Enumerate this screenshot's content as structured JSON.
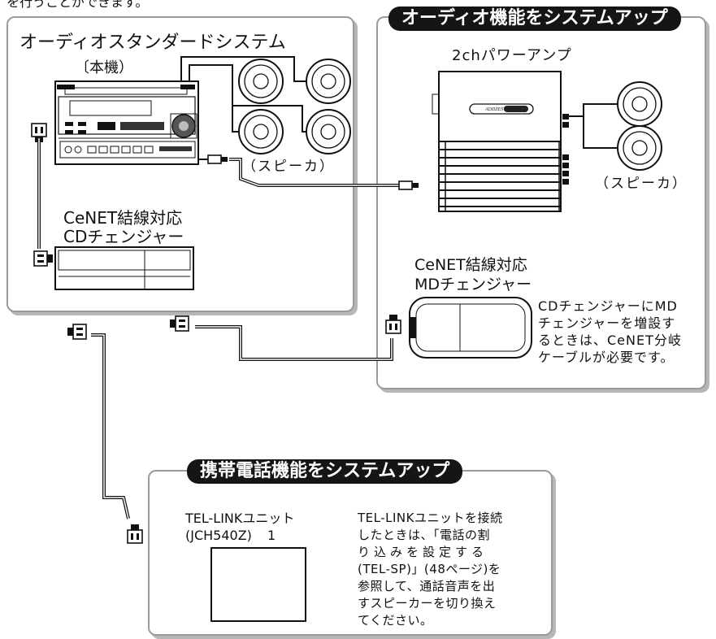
{
  "top_fragment": "を行うことができます。",
  "standard_system": {
    "title": "オーディオスタンダードシステム",
    "unit_label": "〔本機）",
    "speaker_label": "（スピーカ）",
    "cd_changer_label_line1": "CeNET結線対応",
    "cd_changer_label_line2": "CDチェンジャー"
  },
  "audio_upgrade": {
    "title": "オーディオ機能をシステムアップ",
    "amp_label": "2chパワーアンプ",
    "amp_brand": "ADDZEST",
    "speaker_label": "（スピーカ）",
    "md_changer_label_line1": "CeNET結線対応",
    "md_changer_label_line2": "MDチェンジャー",
    "note_lines": [
      "CDチェンジャーにMD",
      "チェンジャーを増設す",
      "るときは、CeNET分岐",
      "ケーブルが必要です。"
    ]
  },
  "phone_upgrade": {
    "title": "携帯電話機能をシステムアップ",
    "unit_label_line1": "TEL-LINKユニット",
    "unit_label_line2": "(JCH540Z)",
    "unit_label_count": "1",
    "note_lines": [
      "TEL-LINKユニットを接続",
      "したときは、「電話の割",
      "り込みを設定する",
      "(TEL-SP)」(48ページ)を",
      "参照して、通話音声を出",
      "すスピーカーを切り換え",
      "てください。"
    ]
  },
  "colors": {
    "frame": "#9a9a9a",
    "shadow": "#b7b7b7",
    "pill": "#151515",
    "cable": "#111111"
  }
}
